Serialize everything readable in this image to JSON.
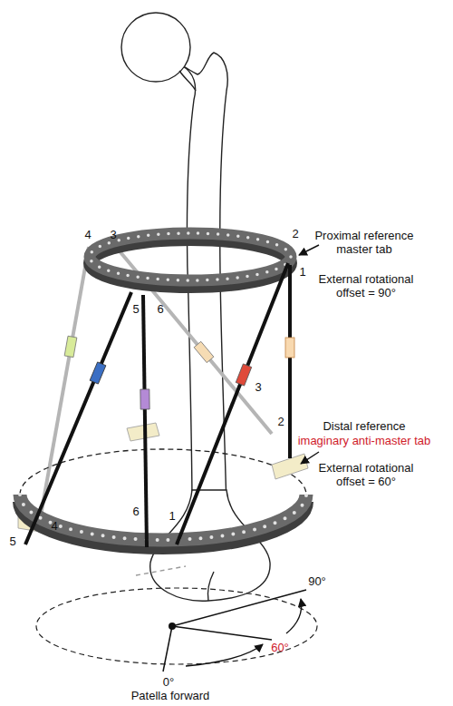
{
  "diagram": {
    "labels": [
      "4",
      "3",
      "Proximal reference master tab",
      "2",
      "1",
      "External rotational offset = 90°",
      "5",
      "6",
      "3",
      "2",
      "Distal reference",
      "imaginary anti-master tab",
      "External rotational offset = 60°",
      "5",
      "4",
      "1",
      "6",
      "90°",
      "60°",
      "0°",
      "Patella forward"
    ]
  }
}
